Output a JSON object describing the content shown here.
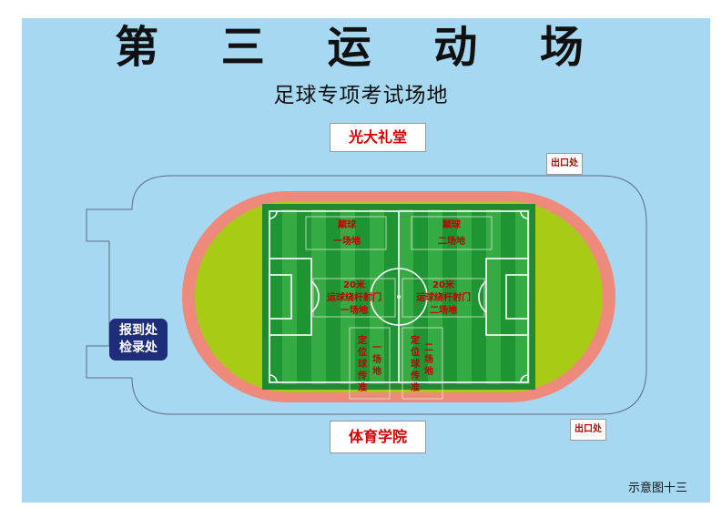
{
  "title": "第 三 运 动 场",
  "subtitle": "足球专项考试场地",
  "buildings": {
    "top": "光大礼堂",
    "bottom": "体育学院"
  },
  "exits": {
    "top_right": "出口处",
    "bottom_right": "出口处"
  },
  "checkin": {
    "line1": "报到处",
    "line2": "检录处"
  },
  "areas": {
    "dribble_1": {
      "line1": "颠球",
      "line2": "一场地"
    },
    "dribble_2": {
      "line1": "颠球",
      "line2": "二场地"
    },
    "shoot_1": {
      "line1": "20米",
      "line2": "运球绕杆射门",
      "line3": "一场地"
    },
    "shoot_2": {
      "line1": "20米",
      "line2": "运球绕杆射门",
      "line3": "二场地"
    },
    "pass_1": {
      "col1": [
        "定",
        "位",
        "球",
        "传",
        "准"
      ],
      "col2": [
        "一",
        "场",
        "地"
      ]
    },
    "pass_2": {
      "col1": [
        "定",
        "位",
        "球",
        "传",
        "准"
      ],
      "col2": [
        "二",
        "场",
        "地"
      ]
    }
  },
  "figure_note": "示意图十三",
  "colors": {
    "background": "#a6d8f2",
    "track": "#ee8a7c",
    "infield": "#a8cc16",
    "pitch_dark": "#1f9433",
    "pitch_light": "#3cb54a",
    "label_red": "#d40000",
    "checkin_bg": "#1d2d7a"
  }
}
